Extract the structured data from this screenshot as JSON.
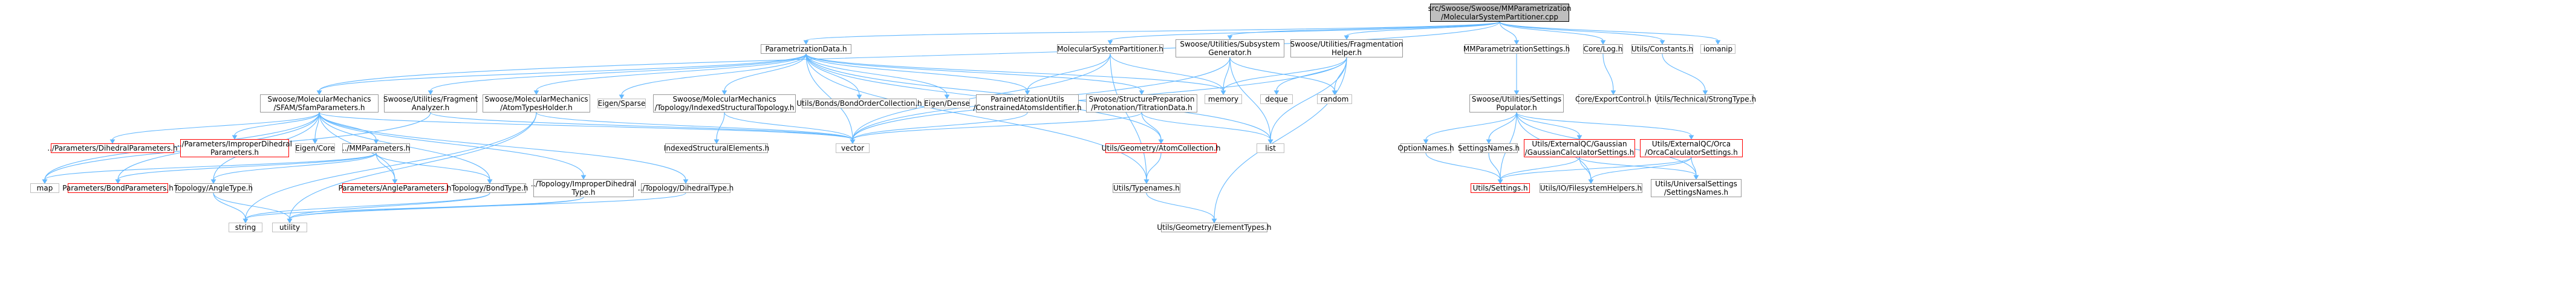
{
  "graph": {
    "nodes": [
      {
        "id": "root",
        "label": "src/Swoose/Swoose/MMParametrization\n/MolecularSystemPartitioner.cpp",
        "kind": "root"
      },
      {
        "id": "pdata",
        "label": "ParametrizationData.h",
        "kind": "file"
      },
      {
        "id": "msp",
        "label": "MolecularSystemPartitioner.h",
        "kind": "file"
      },
      {
        "id": "subsys",
        "label": "Swoose/Utilities/Subsystem\nGenerator.h",
        "kind": "file"
      },
      {
        "id": "frag",
        "label": "Swoose/Utilities/Fragmentation\nHelper.h",
        "kind": "file"
      },
      {
        "id": "mmps",
        "label": "MMParametrizationSettings.h",
        "kind": "file"
      },
      {
        "id": "corelog",
        "label": "Core/Log.h",
        "kind": "file"
      },
      {
        "id": "uconst",
        "label": "Utils/Constants.h",
        "kind": "file"
      },
      {
        "id": "iomanip",
        "label": "iomanip",
        "kind": "sys"
      },
      {
        "id": "sfam",
        "label": "Swoose/MolecularMechanics\n/SFAM/SfamParameters.h",
        "kind": "file"
      },
      {
        "id": "fraganal",
        "label": "Swoose/Utilities/Fragment\nAnalyzer.h",
        "kind": "file"
      },
      {
        "id": "atypes",
        "label": "Swoose/MolecularMechanics\n/AtomTypesHolder.h",
        "kind": "file"
      },
      {
        "id": "eigsparse",
        "label": "Eigen/Sparse",
        "kind": "sys"
      },
      {
        "id": "idxtopo",
        "label": "Swoose/MolecularMechanics\n/Topology/IndexedStructuralTopology.h",
        "kind": "file"
      },
      {
        "id": "bondorder",
        "label": "Utils/Bonds/BondOrderCollection.h",
        "kind": "file"
      },
      {
        "id": "eigdense",
        "label": "Eigen/Dense",
        "kind": "sys"
      },
      {
        "id": "paramutils",
        "label": "ParametrizationUtils\n/ConstrainedAtomsIdentifier.h",
        "kind": "file"
      },
      {
        "id": "protdata",
        "label": "Swoose/StructurePreparation\n/Protonation/TitrationData.h",
        "kind": "file"
      },
      {
        "id": "memory",
        "label": "memory",
        "kind": "sys"
      },
      {
        "id": "deque",
        "label": "deque",
        "kind": "sys"
      },
      {
        "id": "random",
        "label": "random",
        "kind": "sys"
      },
      {
        "id": "settpop",
        "label": "Swoose/Utilities/Settings\nPopulator.h",
        "kind": "file"
      },
      {
        "id": "coreexp",
        "label": "Core/ExportControl.h",
        "kind": "file"
      },
      {
        "id": "strongtype",
        "label": "Utils/Technical/StrongType.h",
        "kind": "file"
      },
      {
        "id": "dihedral",
        "label": "../Parameters/DihedralParameters.h",
        "kind": "red"
      },
      {
        "id": "improperp",
        "label": "../Parameters/ImproperDihedral\nParameters.h",
        "kind": "red"
      },
      {
        "id": "eigcore",
        "label": "Eigen/Core",
        "kind": "sys"
      },
      {
        "id": "mmparams",
        "label": "../MMParameters.h",
        "kind": "file"
      },
      {
        "id": "vector",
        "label": "vector",
        "kind": "sys"
      },
      {
        "id": "idxelems",
        "label": "IndexedStructuralElements.h",
        "kind": "file"
      },
      {
        "id": "atomcoll",
        "label": "Utils/Geometry/AtomCollection.h",
        "kind": "red"
      },
      {
        "id": "list",
        "label": "list",
        "kind": "sys"
      },
      {
        "id": "optnames",
        "label": "OptionNames.h",
        "kind": "file"
      },
      {
        "id": "setnames",
        "label": "SettingsNames.h",
        "kind": "file"
      },
      {
        "id": "gauss",
        "label": "Utils/ExternalQC/Gaussian\n/GaussianCalculatorSettings.h",
        "kind": "red"
      },
      {
        "id": "orca",
        "label": "Utils/ExternalQC/Orca\n/OrcaCalculatorSettings.h",
        "kind": "red"
      },
      {
        "id": "map",
        "label": "map",
        "kind": "sys"
      },
      {
        "id": "bondparams",
        "label": "Parameters/BondParameters.h",
        "kind": "red"
      },
      {
        "id": "topoangle",
        "label": "Topology/AngleType.h",
        "kind": "file"
      },
      {
        "id": "angleparams",
        "label": "Parameters/AngleParameters.h",
        "kind": "red"
      },
      {
        "id": "topobond",
        "label": "Topology/BondType.h",
        "kind": "file"
      },
      {
        "id": "topoimpr",
        "label": "../Topology/ImproperDihedral\nType.h",
        "kind": "file"
      },
      {
        "id": "topodih",
        "label": "../Topology/DihedralType.h",
        "kind": "file"
      },
      {
        "id": "typenames",
        "label": "Utils/Typenames.h",
        "kind": "file"
      },
      {
        "id": "usettings",
        "label": "Utils/Settings.h",
        "kind": "red"
      },
      {
        "id": "fsh",
        "label": "Utils/IO/FilesystemHelpers.h",
        "kind": "file"
      },
      {
        "id": "univnames",
        "label": "Utils/UniversalSettings\n/SettingsNames.h",
        "kind": "file"
      },
      {
        "id": "string",
        "label": "string",
        "kind": "sys"
      },
      {
        "id": "utility",
        "label": "utility",
        "kind": "sys"
      },
      {
        "id": "elemtypes",
        "label": "Utils/Geometry/ElementTypes.h",
        "kind": "file"
      }
    ]
  },
  "colors": {
    "edge": "#63b8ff",
    "node_border": "#999999",
    "node_border_truncated": "#ff0000",
    "node_border_system": "#bfbfbf",
    "root_fill": "#bfbfbf"
  }
}
